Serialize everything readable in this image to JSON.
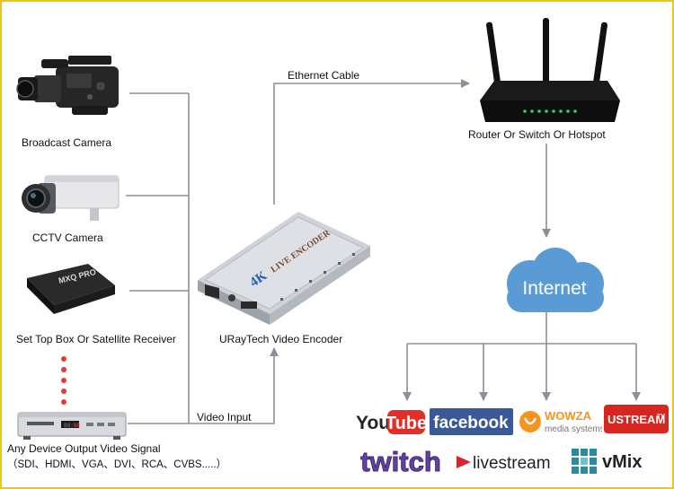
{
  "devices": {
    "broadcast_camera": "Broadcast Camera",
    "cctv_camera": "CCTV Camera",
    "set_top_box": "Set Top Box Or Satellite Receiver",
    "set_top_box_brand": "MXQ PRO",
    "any_device": "Any Device Output Video Signal",
    "any_device_signals": "（SDI、HDMI、VGA、DVI、RCA、CVBS.....）"
  },
  "connections": {
    "ethernet": "Ethernet Cable",
    "video_input": "Video Input"
  },
  "encoder": {
    "label": "URayTech Video Encoder",
    "badge": "4K",
    "product_text": "LIVE ENCODER"
  },
  "router": {
    "label": "Router Or Switch Or Hotspot"
  },
  "cloud": {
    "label": "Internet"
  },
  "platforms": {
    "youtube_you": "You",
    "youtube_tube": "Tube",
    "facebook": "facebook",
    "wowza_name": "WOWZA",
    "wowza_sub": "media systems",
    "ustream": "USTREAM",
    "ustream_tv": "TV",
    "twitch": "twitch",
    "livestream": "livestream",
    "vmix": "vMix"
  },
  "colors": {
    "wire": "#8a8f99",
    "cloud": "#5b9bd5",
    "youtube_red": "#e52d27",
    "facebook_blue": "#3b5998",
    "wowza_orange": "#f7941d",
    "ustream_red": "#d7261f",
    "twitch_purple": "#6441a5",
    "livestream_red": "#d6242a",
    "vmix_teal": "#2b8aa0",
    "dot_red": "#e53935",
    "frame_yellow": "#f1c40f"
  }
}
